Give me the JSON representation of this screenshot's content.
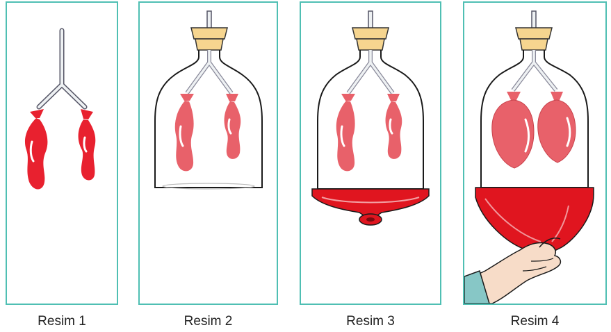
{
  "captions": [
    "Resim 1",
    "Resim 2",
    "Resim 3",
    "Resim 4"
  ],
  "colors": {
    "frame": "#4fbfb3",
    "balloon": "#e8212f",
    "balloon_in_jar": "#e8616a",
    "membrane": "#e0151f",
    "cork": "#f6d58f",
    "glass_tube": "#eef1f3",
    "jar_outline": "#1a1a1a",
    "hand": "#f7dcc8",
    "sleeve": "#87c7c6"
  }
}
